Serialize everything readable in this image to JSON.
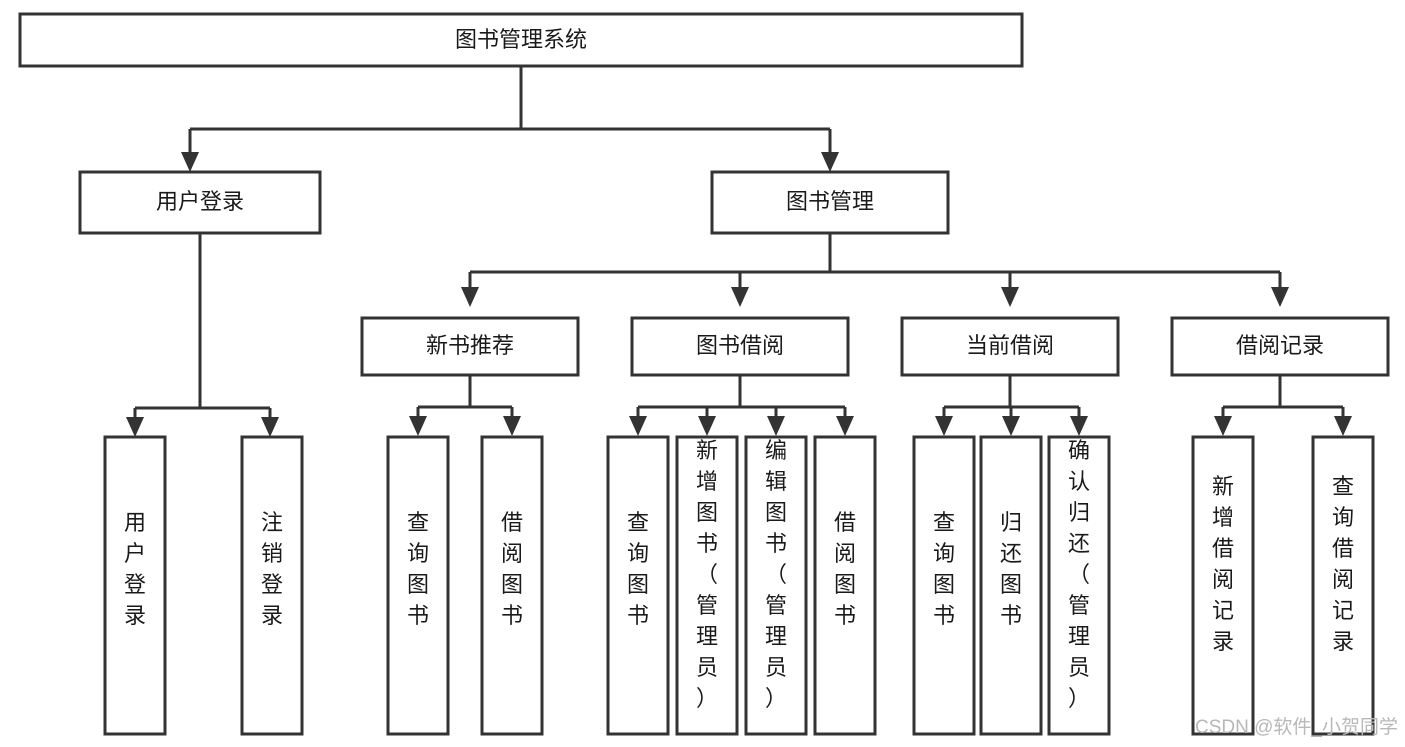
{
  "diagram": {
    "title": "图书管理系统",
    "type": "tree-hierarchy-chart",
    "colors": {
      "box_stroke": "#333333",
      "box_fill": "#ffffff",
      "text": "#1a1a1a",
      "background": "#ffffff",
      "watermark": "#b8b8b8"
    },
    "root": {
      "label": "图书管理系统"
    },
    "level2": [
      {
        "label": "用户登录"
      },
      {
        "label": "图书管理"
      }
    ],
    "level3": [
      {
        "label": "新书推荐"
      },
      {
        "label": "图书借阅"
      },
      {
        "label": "当前借阅"
      },
      {
        "label": "借阅记录"
      }
    ],
    "leaves": {
      "user_login": [
        {
          "label": "用户登录"
        },
        {
          "label": "注销登录"
        }
      ],
      "new_book_recommend": [
        {
          "label": "查询图书"
        },
        {
          "label": "借阅图书"
        }
      ],
      "book_borrow": [
        {
          "label": "查询图书"
        },
        {
          "label": "新增图书（管理员）"
        },
        {
          "label": "编辑图书（管理员）"
        },
        {
          "label": "借阅图书"
        }
      ],
      "current_borrow": [
        {
          "label": "查询图书"
        },
        {
          "label": "归还图书"
        },
        {
          "label": "确认归还（管理员）"
        }
      ],
      "borrow_record": [
        {
          "label": "新增借阅记录"
        },
        {
          "label": "查询借阅记录"
        }
      ]
    }
  },
  "watermark": {
    "text": "CSDN @软件_小贺同学"
  }
}
